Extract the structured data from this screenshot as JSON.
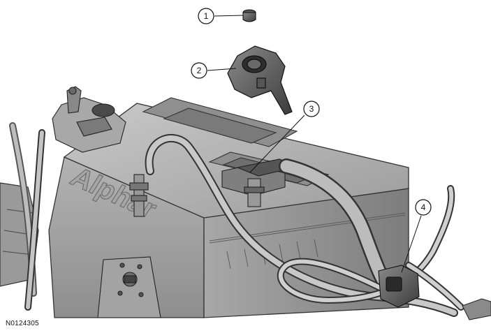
{
  "callouts": [
    {
      "number": "1"
    },
    {
      "number": "2"
    },
    {
      "number": "3"
    },
    {
      "number": "4"
    }
  ],
  "figure_id": "N0124305",
  "battery_embossed_text": "Alphar"
}
